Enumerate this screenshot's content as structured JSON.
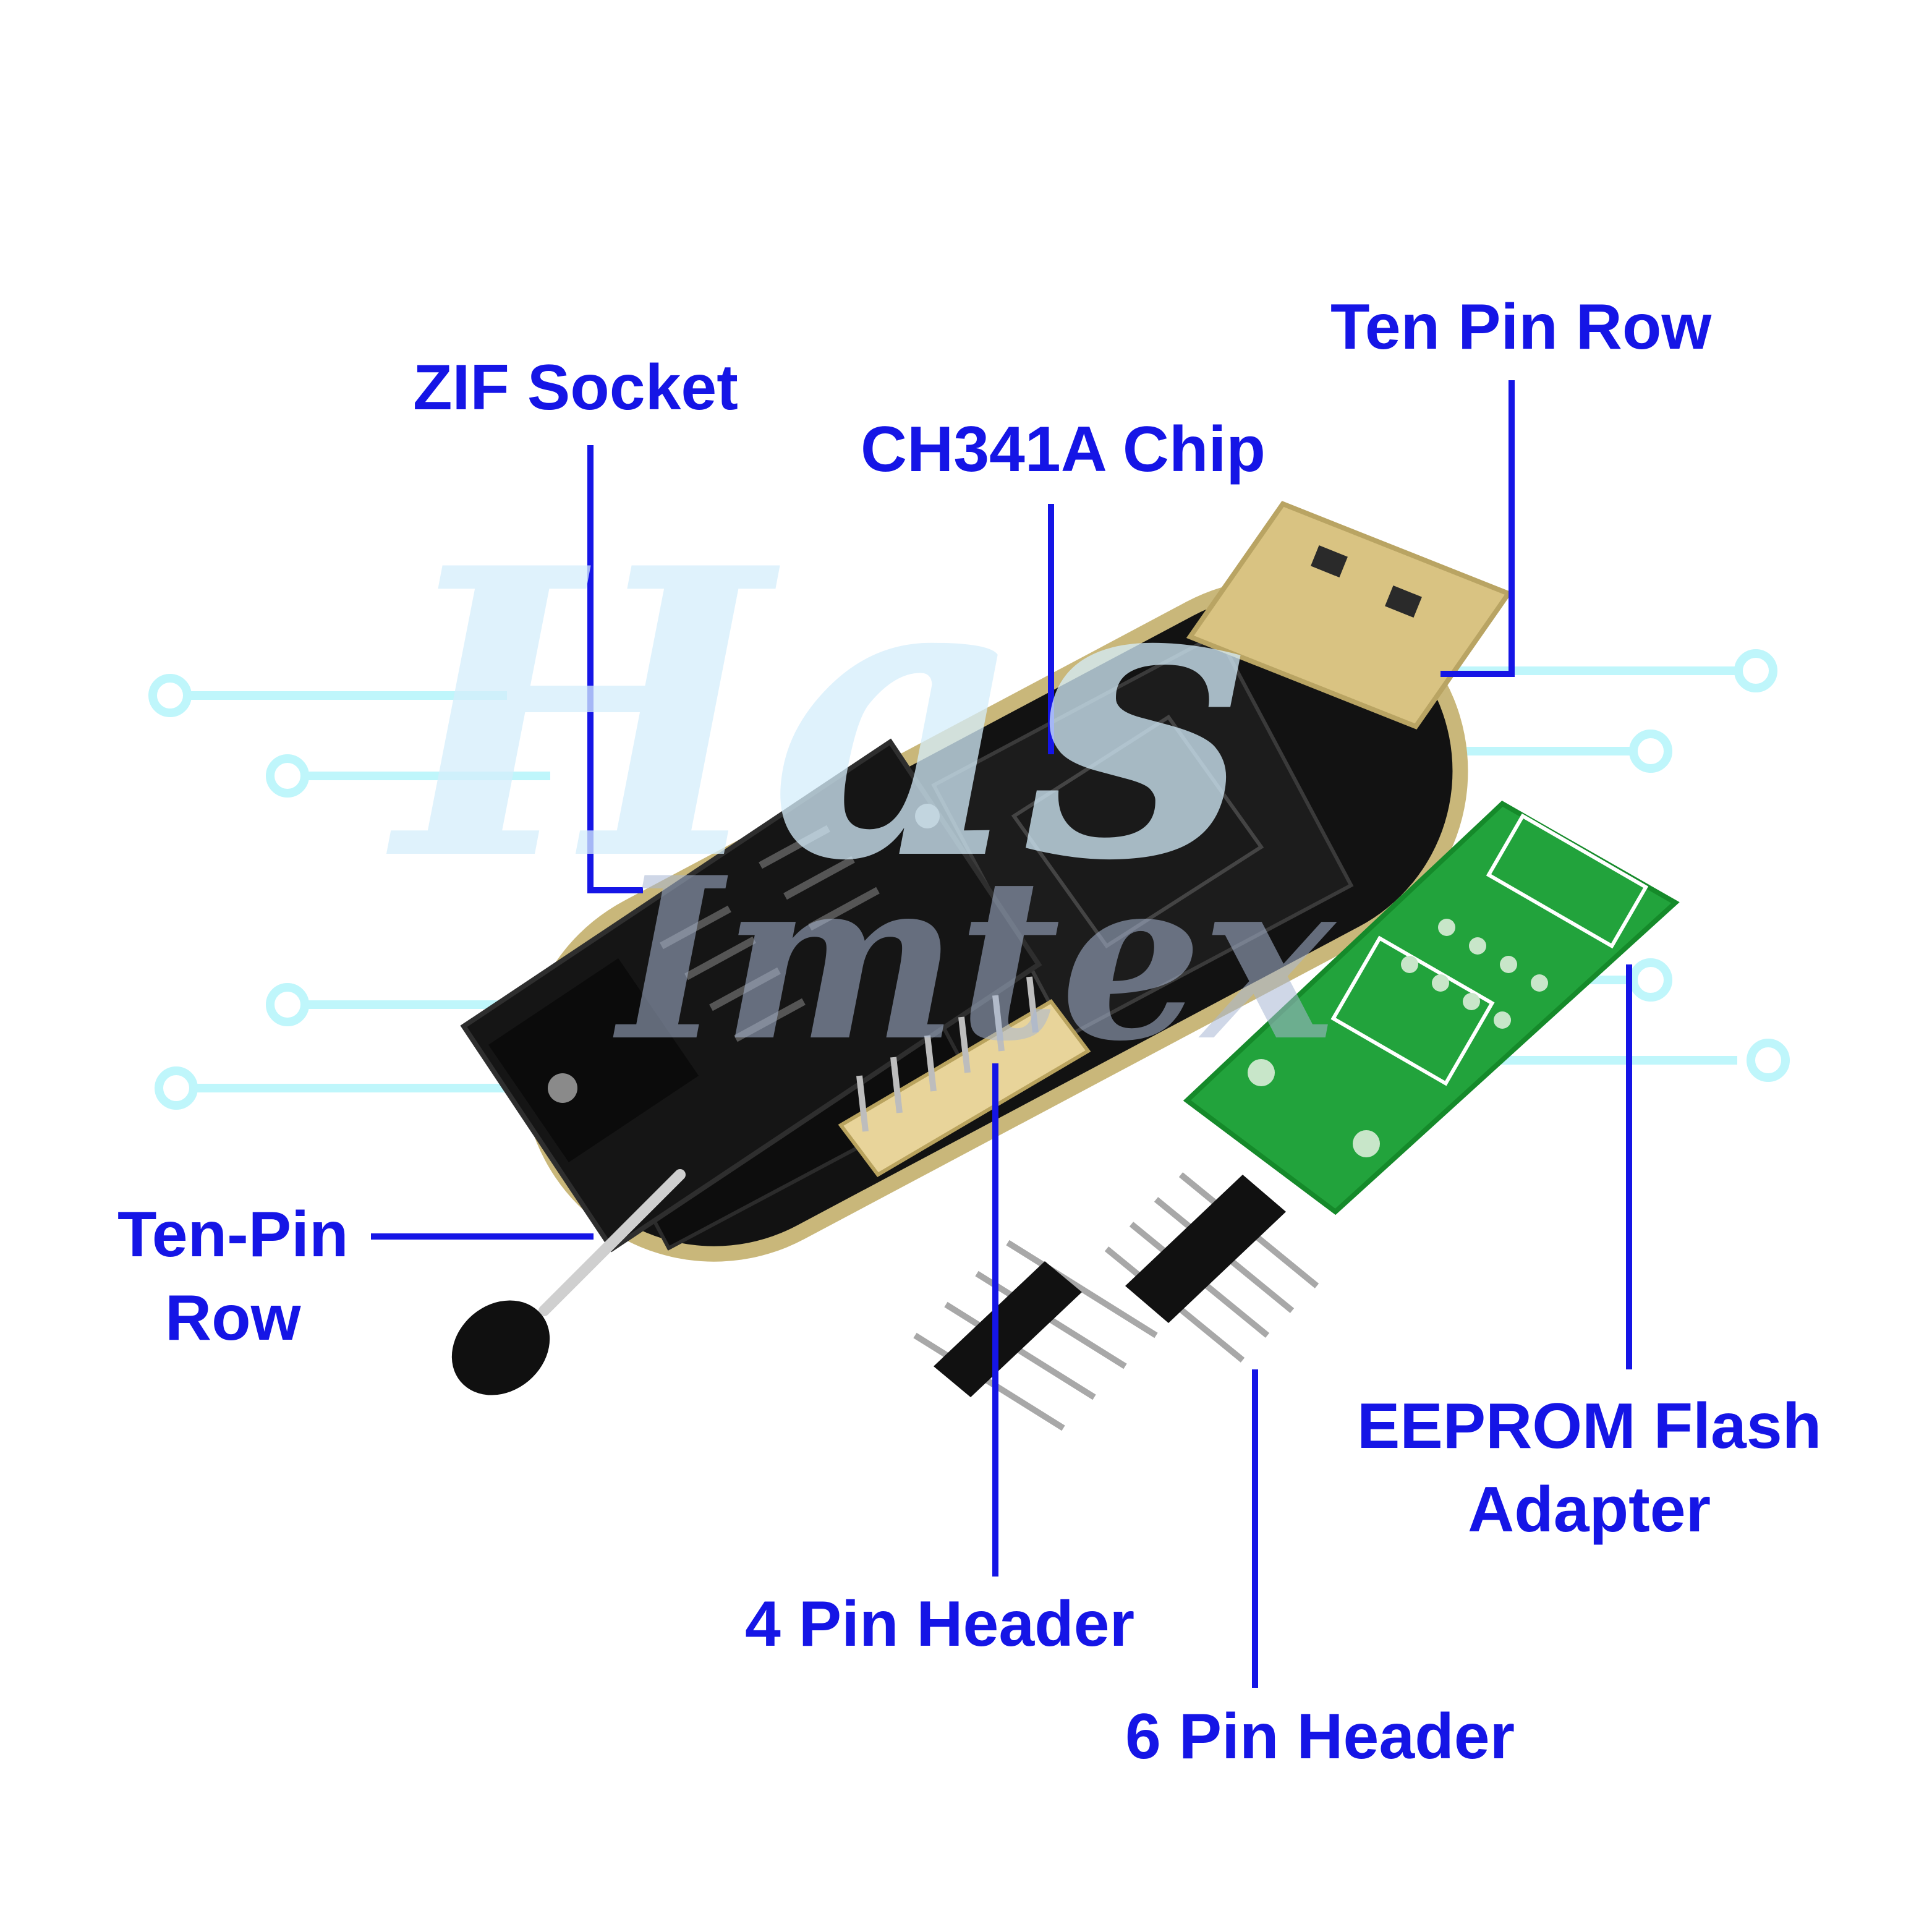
{
  "diagram": {
    "labels": {
      "zif_socket": "ZIF Socket",
      "ch341a_chip": "CH341A Chip",
      "ten_pin_row_top": "Ten Pin Row",
      "ten_pin_row_left": [
        "Ten-Pin",
        "Row"
      ],
      "four_pin_header": "4 Pin Header",
      "six_pin_header": "6 Pin Header",
      "eeprom_adapter": [
        "EEPROM Flash",
        "Adapter"
      ]
    },
    "watermark": [
      "Has",
      "Imtex"
    ]
  },
  "colors": {
    "label": "#1515e6",
    "leader_line": "#1515e6",
    "circuit_trace": "#bff6fb",
    "watermark_light": "#d5eefc",
    "watermark_dark": "#a9b8d4",
    "pcb_black": "#111111",
    "pcb_gold": "#c9b77a",
    "adapter_green": "#22a33c",
    "usb_gold": "#d9c382",
    "header_yellow": "#e8d49a"
  }
}
